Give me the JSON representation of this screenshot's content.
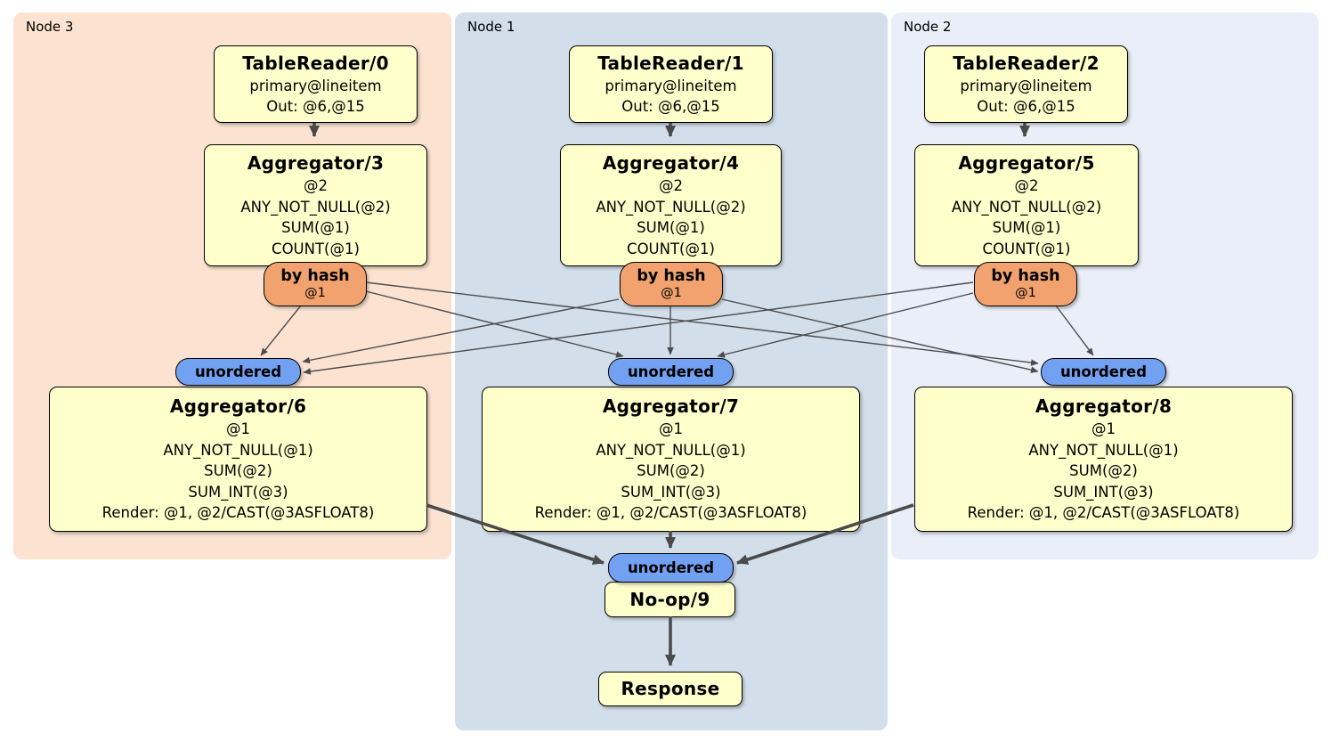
{
  "groups": [
    {
      "label": "Node 3"
    },
    {
      "label": "Node 1"
    },
    {
      "label": "Node 2"
    }
  ],
  "processors": {
    "tr0": {
      "title": "TableReader/0",
      "lines": [
        "primary@lineitem",
        "Out: @6,@15"
      ]
    },
    "tr1": {
      "title": "TableReader/1",
      "lines": [
        "primary@lineitem",
        "Out: @6,@15"
      ]
    },
    "tr2": {
      "title": "TableReader/2",
      "lines": [
        "primary@lineitem",
        "Out: @6,@15"
      ]
    },
    "ag3": {
      "title": "Aggregator/3",
      "lines": [
        "@2",
        "ANY_NOT_NULL(@2)",
        "SUM(@1)",
        "COUNT(@1)"
      ]
    },
    "ag4": {
      "title": "Aggregator/4",
      "lines": [
        "@2",
        "ANY_NOT_NULL(@2)",
        "SUM(@1)",
        "COUNT(@1)"
      ]
    },
    "ag5": {
      "title": "Aggregator/5",
      "lines": [
        "@2",
        "ANY_NOT_NULL(@2)",
        "SUM(@1)",
        "COUNT(@1)"
      ]
    },
    "ag6": {
      "title": "Aggregator/6",
      "lines": [
        "@1",
        "ANY_NOT_NULL(@1)",
        "SUM(@2)",
        "SUM_INT(@3)",
        "Render: @1, @2/CAST(@3ASFLOAT8)"
      ]
    },
    "ag7": {
      "title": "Aggregator/7",
      "lines": [
        "@1",
        "ANY_NOT_NULL(@1)",
        "SUM(@2)",
        "SUM_INT(@3)",
        "Render: @1, @2/CAST(@3ASFLOAT8)"
      ]
    },
    "ag8": {
      "title": "Aggregator/8",
      "lines": [
        "@1",
        "ANY_NOT_NULL(@1)",
        "SUM(@2)",
        "SUM_INT(@3)",
        "Render: @1, @2/CAST(@3ASFLOAT8)"
      ]
    },
    "noop9": {
      "title": "No-op/9"
    },
    "response": {
      "title": "Response"
    }
  },
  "routers": {
    "by_hash": {
      "label": "by hash",
      "detail": "@1"
    },
    "unordered": {
      "label": "unordered"
    }
  },
  "edges": [
    {
      "from": "TableReader/0",
      "to": "Aggregator/3"
    },
    {
      "from": "TableReader/1",
      "to": "Aggregator/4"
    },
    {
      "from": "TableReader/2",
      "to": "Aggregator/5"
    },
    {
      "from": "by hash (Node 3)",
      "to": "unordered (Node 3)"
    },
    {
      "from": "by hash (Node 3)",
      "to": "unordered (Node 1)"
    },
    {
      "from": "by hash (Node 3)",
      "to": "unordered (Node 2)"
    },
    {
      "from": "by hash (Node 1)",
      "to": "unordered (Node 3)"
    },
    {
      "from": "by hash (Node 1)",
      "to": "unordered (Node 1)"
    },
    {
      "from": "by hash (Node 1)",
      "to": "unordered (Node 2)"
    },
    {
      "from": "by hash (Node 2)",
      "to": "unordered (Node 3)"
    },
    {
      "from": "by hash (Node 2)",
      "to": "unordered (Node 1)"
    },
    {
      "from": "by hash (Node 2)",
      "to": "unordered (Node 2)"
    },
    {
      "from": "Aggregator/6",
      "to": "unordered (final)"
    },
    {
      "from": "Aggregator/7",
      "to": "unordered (final)"
    },
    {
      "from": "Aggregator/8",
      "to": "unordered (final)"
    },
    {
      "from": "No-op/9",
      "to": "Response"
    }
  ],
  "colors": {
    "node3_bg": "#fce3d1",
    "node1_bg": "#d2dfeb",
    "node2_bg": "#eaeef8",
    "box_bg": "#ffffcc",
    "hash_bg": "#f2a26e",
    "stream_bg": "#72a1f2"
  }
}
